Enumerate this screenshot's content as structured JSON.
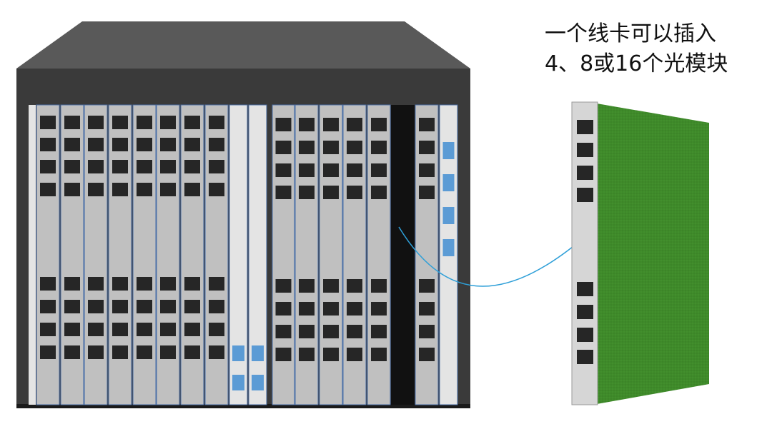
{
  "annotation": {
    "line1": "一个线卡可以插入",
    "line2": "4、8或16个光模块"
  },
  "chassis": {
    "colors": {
      "roof": "#595959",
      "body": "#3a3a3a",
      "card": "#c0c0c0",
      "card_light": "#e4e4e4",
      "port": "#262626",
      "port_blue": "#5b9bd5",
      "dark_slot": "#111111",
      "card_border": "#4a6fa8"
    },
    "slots": [
      {
        "type": "line-card",
        "ports_per_group": 4
      },
      {
        "type": "line-card",
        "ports_per_group": 4
      },
      {
        "type": "line-card",
        "ports_per_group": 4
      },
      {
        "type": "line-card",
        "ports_per_group": 4
      },
      {
        "type": "line-card",
        "ports_per_group": 4
      },
      {
        "type": "line-card",
        "ports_per_group": 4
      },
      {
        "type": "line-card",
        "ports_per_group": 4
      },
      {
        "type": "line-card",
        "ports_per_group": 4
      },
      {
        "type": "control-card",
        "blue_ports": 2
      },
      {
        "type": "control-card",
        "blue_ports": 2
      },
      {
        "type": "line-card",
        "ports_per_group": 4
      },
      {
        "type": "line-card",
        "ports_per_group": 4
      },
      {
        "type": "line-card",
        "ports_per_group": 4
      },
      {
        "type": "line-card",
        "ports_per_group": 4
      },
      {
        "type": "line-card",
        "ports_per_group": 4
      },
      {
        "type": "empty-slot"
      },
      {
        "type": "line-card",
        "ports_per_group": 4
      },
      {
        "type": "fabric-card",
        "blue_ports": 4
      }
    ]
  },
  "line_card_detail": {
    "pcb_color": "#3f8a2a",
    "faceplate_color": "#d6d6d6",
    "port_color": "#262626",
    "port_groups": [
      4,
      4
    ]
  },
  "arrow_color": "#2e9fd8"
}
